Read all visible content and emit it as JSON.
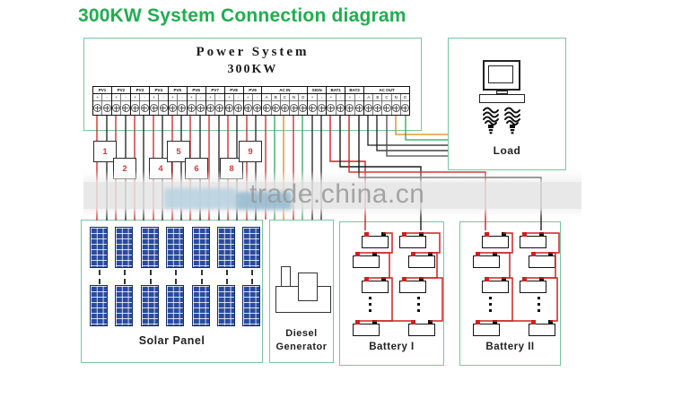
{
  "title": "300KW System Connection diagram",
  "power_system": {
    "name": "Power System",
    "capacity": "300KW"
  },
  "terminals": {
    "groups": [
      {
        "label": "PV1",
        "cells": [
          "+",
          "-"
        ]
      },
      {
        "label": "PV2",
        "cells": [
          "+",
          "-"
        ]
      },
      {
        "label": "PV3",
        "cells": [
          "+",
          "-"
        ]
      },
      {
        "label": "PV4",
        "cells": [
          "+",
          "-"
        ]
      },
      {
        "label": "PV5",
        "cells": [
          "+",
          "-"
        ]
      },
      {
        "label": "PV6",
        "cells": [
          "+",
          "-"
        ]
      },
      {
        "label": "PV7",
        "cells": [
          "+",
          "-"
        ]
      },
      {
        "label": "PV8",
        "cells": [
          "+",
          "-"
        ]
      },
      {
        "label": "PV9",
        "cells": [
          "+",
          "-"
        ]
      },
      {
        "label": "AC IN",
        "cells": [
          "A",
          "B",
          "C",
          "N",
          "G"
        ]
      },
      {
        "label": "SIGN",
        "cells": [
          "+",
          "-"
        ]
      },
      {
        "label": "BAT1",
        "cells": [
          "+",
          "-"
        ]
      },
      {
        "label": "BAT2",
        "cells": [
          "+",
          "-"
        ]
      },
      {
        "label": "AC OUT",
        "cells": [
          "A",
          "B",
          "C",
          "N",
          "G"
        ]
      }
    ]
  },
  "combiner_boxes": [
    "1",
    "2",
    "4",
    "5",
    "6",
    "8",
    "9"
  ],
  "watermark": {
    "text": "trade.china.cn"
  },
  "load": {
    "label": "Load",
    "icons": [
      "computer-monitor-icon",
      "cfl-bulb-icon",
      "cfl-bulb-icon"
    ]
  },
  "solar_panel": {
    "label": "Solar Panel",
    "panel_columns": 7,
    "panel_rows": 2
  },
  "diesel_generator": {
    "label_line1": "Diesel",
    "label_line2": "Generator"
  },
  "batteries": [
    {
      "label": "Battery I"
    },
    {
      "label": "Battery II"
    }
  ],
  "colors": {
    "title_green": "#1fae4f",
    "box_border_green": "#79c69c",
    "wire_red": "#cf2020",
    "wire_black": "#1c1c1c",
    "wire_orange": "#e0831c",
    "wire_green": "#2aa35c",
    "panel_blue": "#2a4b9e",
    "combiner_number_red": "#cf3b3b",
    "watermark_gray": "#9b9b9b"
  }
}
